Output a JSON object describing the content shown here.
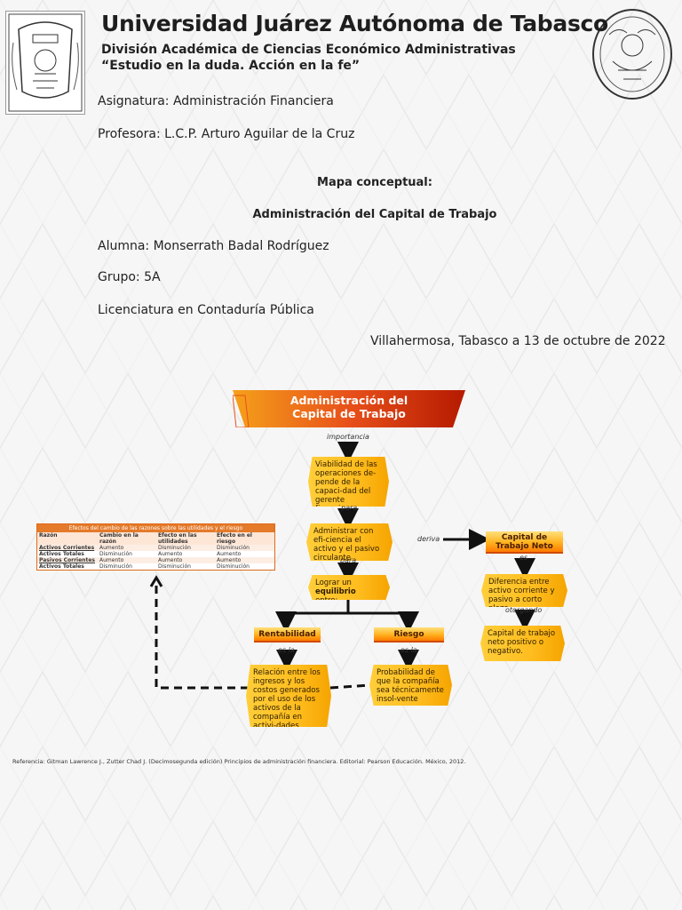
{
  "header": {
    "university": "Universidad Juárez Autónoma de Tabasco",
    "division": "División Académica de Ciencias Económico Administrativas",
    "motto": "“Estudio en la duda. Acción en la fe”"
  },
  "info": {
    "asignatura": "Asignatura: Administración Financiera",
    "profesora": "Profesora: L.C.P. Arturo Aguilar de la Cruz",
    "mapa": "Mapa conceptual:",
    "tema": "Administración del Capital de Trabajo",
    "alumna": "Alumna: Monserrath Badal Rodríguez",
    "grupo": "Grupo: 5A",
    "carrera": "Licenciatura en Contaduría Pública",
    "fecha": "Villahermosa, Tabasco a 13 de octubre de 2022"
  },
  "map": {
    "title_line1": "Administración del",
    "title_line2": "Capital de Trabajo",
    "c_importancia": "importancia",
    "n_viabilidad": "Viabilidad de las operaciones de-pende de la capaci-dad del gerente financiero",
    "c_para1": "para",
    "n_administrar": "Administrar con efi-ciencia el activo y el pasivo circulante",
    "c_deriva": "deriva",
    "n_capital_neto": "Capital de Trabajo Neto",
    "c_es": "es",
    "n_diferencia": "Diferencia entre activo corriente y pasivo a corto plazo",
    "c_otorgando": "otorgando",
    "n_positivo": "Capital de trabajo neto positivo o negativo.",
    "c_para2": "para",
    "n_equilibrio_pre": "Lograr un ",
    "n_equilibrio_bold": "equilibrio",
    "n_equilibrio_post": "entre:",
    "n_rentabilidad": "Rentabilidad",
    "n_riesgo": "Riesgo",
    "c_esla1": "es la",
    "c_esla2": "es la",
    "n_relacion": "Relación entre los ingresos y los costos generados por el uso de los activos de la compañía en activi-dades productivas",
    "n_probabilidad": "Probabilidad de que la compañía sea técnicamente insol-vente"
  },
  "table": {
    "caption": "Efectos del cambio de las razones sobre las utilidades y el riesgo",
    "headers": [
      "Razón",
      "Cambio en la razón",
      "Efecto en las utilidades",
      "Efecto en el riesgo"
    ],
    "rows": [
      [
        "Activos Corrientes",
        "Aumento",
        "Disminución",
        "Disminución"
      ],
      [
        "Activos Totales",
        "Disminución",
        "Aumento",
        "Aumento"
      ],
      [
        "Pasivos Corrientes",
        "Aumento",
        "Aumento",
        "Aumento"
      ],
      [
        "Activos Totales",
        "Disminución",
        "Disminución",
        "Disminución"
      ]
    ]
  },
  "reference": "Referencia: Gitman Lawrence J., Zutter Chad J. (Decimosegunda edición) Principios de administración financiera. Editorial: Pearson Educación. México, 2012.",
  "colors": {
    "accent": "#e8501a",
    "node": "#ffc22e",
    "dark_red": "#b51a00"
  }
}
